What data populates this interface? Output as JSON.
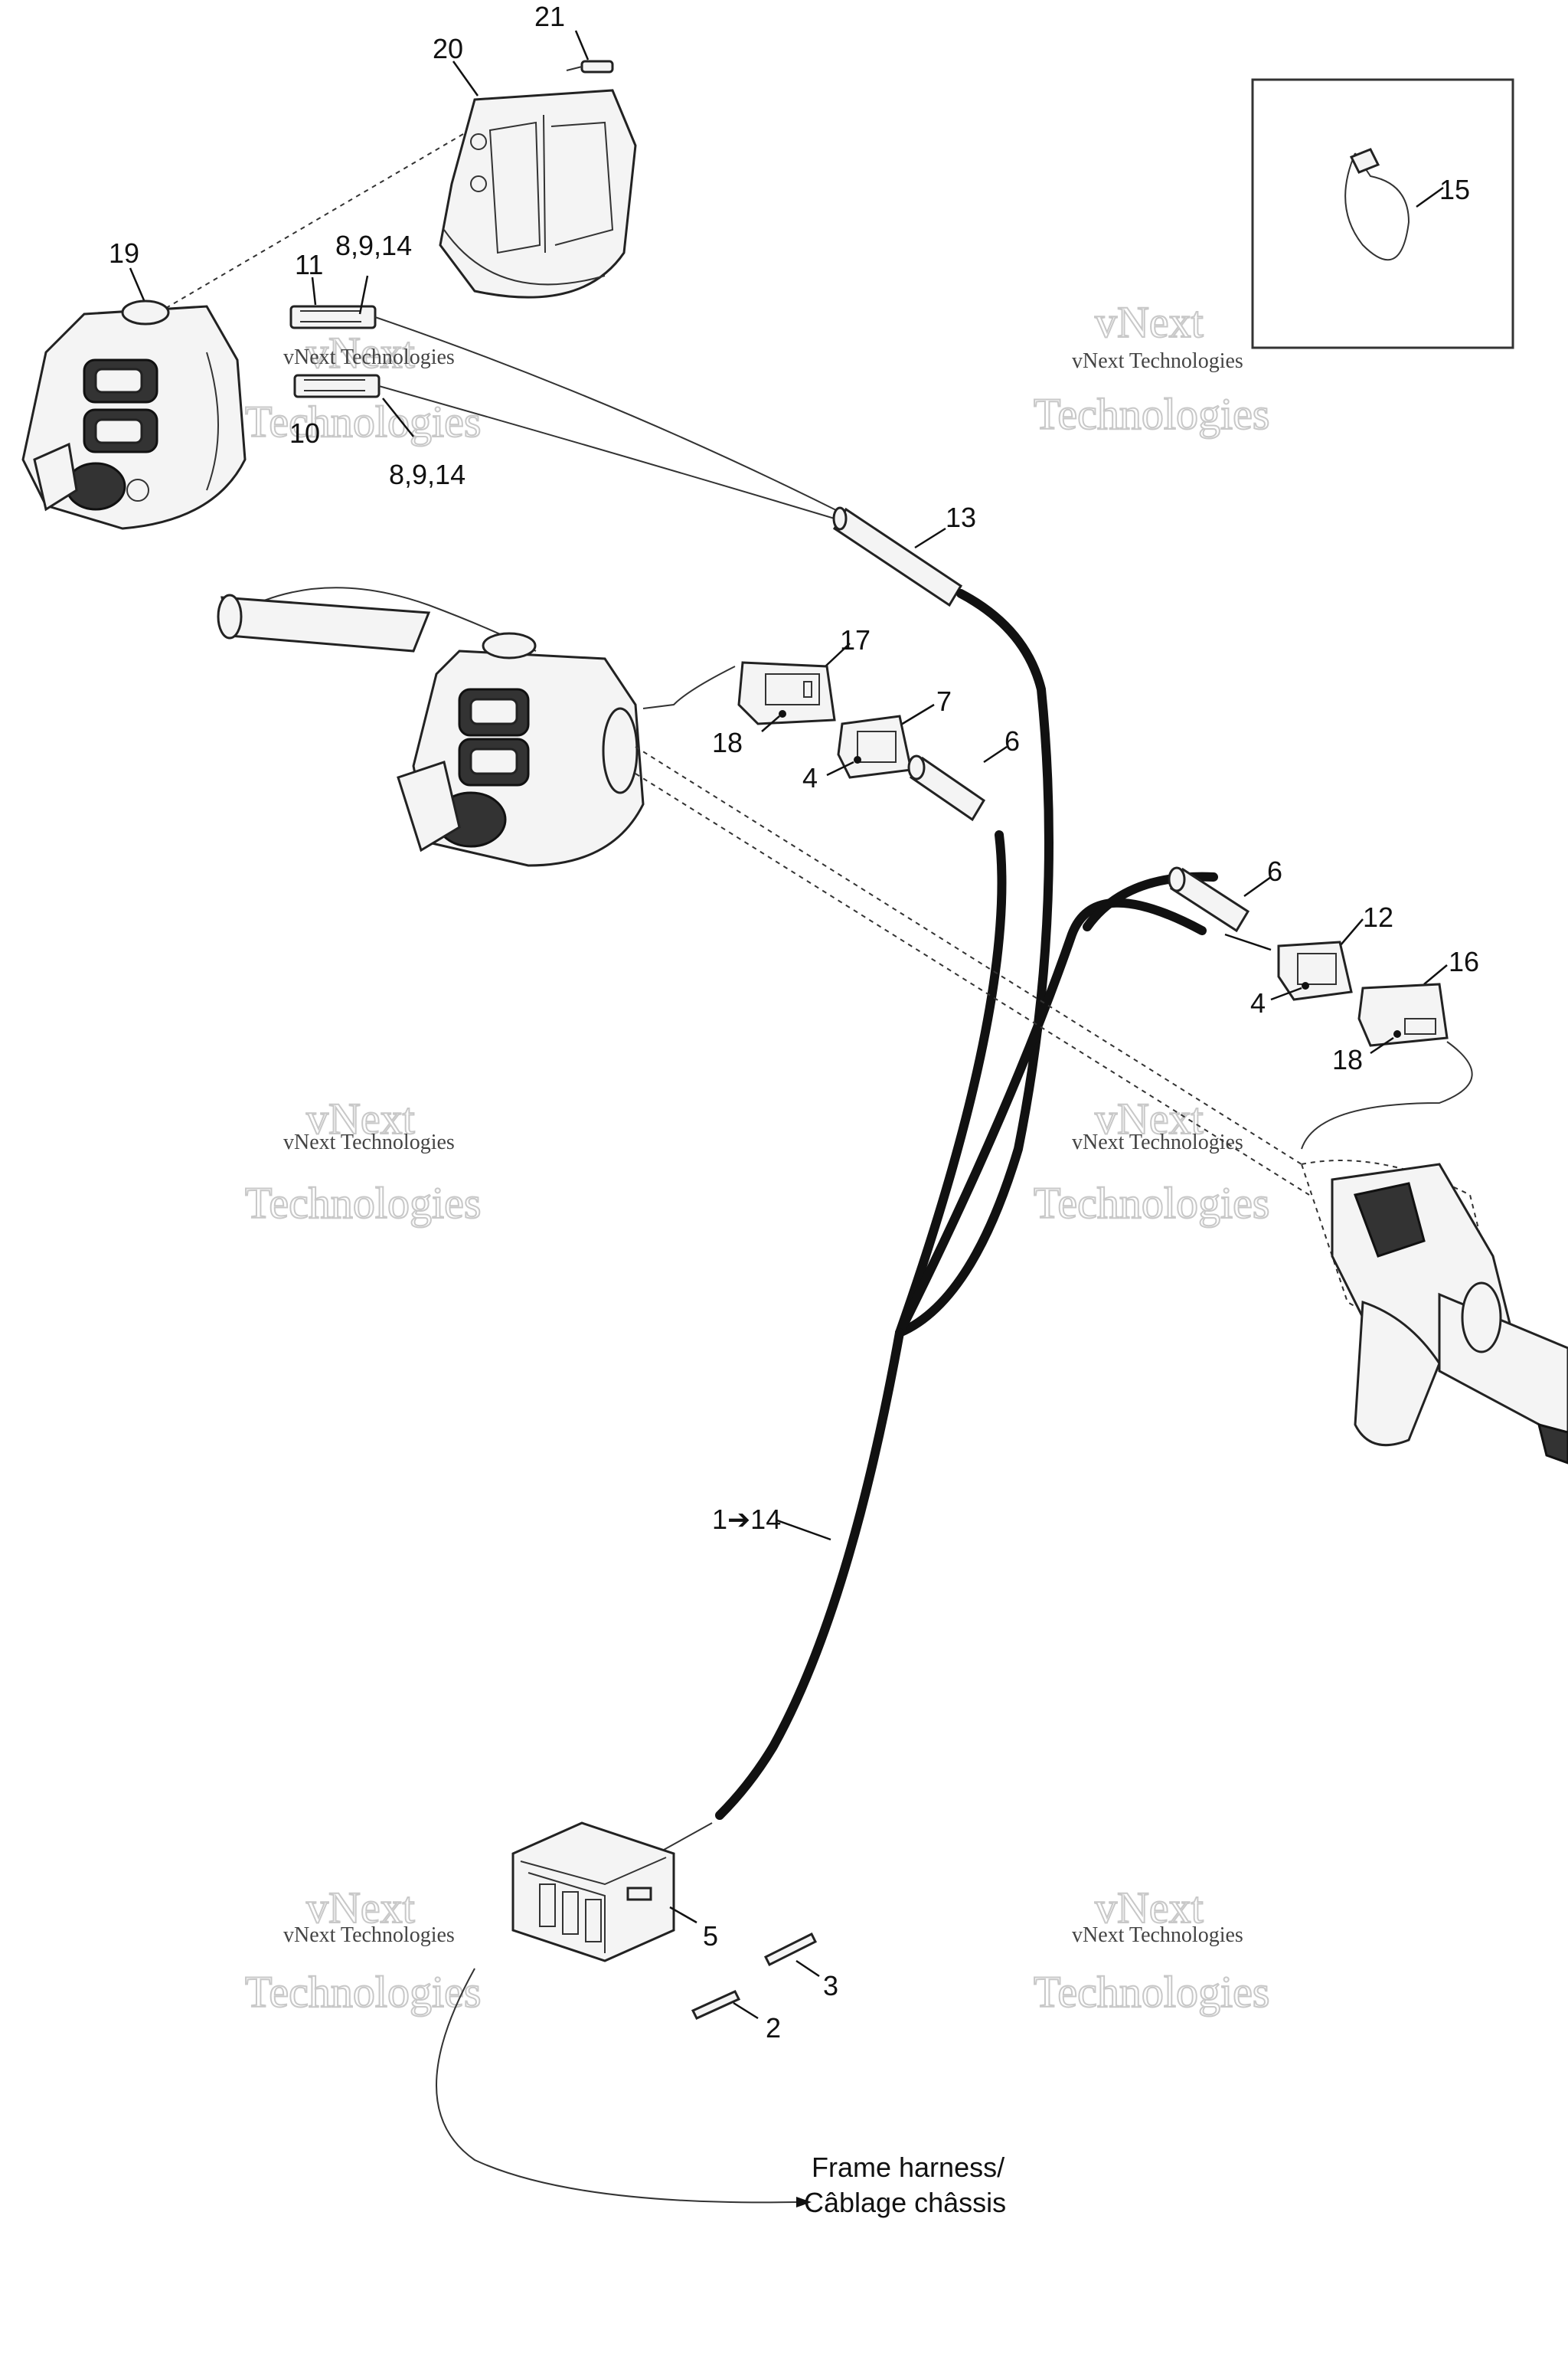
{
  "callouts": {
    "c21": "21",
    "c20": "20",
    "c19": "19",
    "c11": "11",
    "c8914a": "8,9,14",
    "c10": "10",
    "c8914b": "8,9,14",
    "c15": "15",
    "c13": "13",
    "c17": "17",
    "c7": "7",
    "c18a": "18",
    "c4a": "4",
    "c6a": "6",
    "c6b": "6",
    "c12": "12",
    "c16": "16",
    "c4b": "4",
    "c18b": "18",
    "c1to14": "1➔14",
    "c5": "5",
    "c3": "3",
    "c2": "2"
  },
  "note": {
    "line1": "Frame harness/",
    "line2": "Câblage châssis"
  },
  "watermark": {
    "small": "vNext Technologies",
    "big1": "vNext",
    "big2": "Technologies"
  }
}
